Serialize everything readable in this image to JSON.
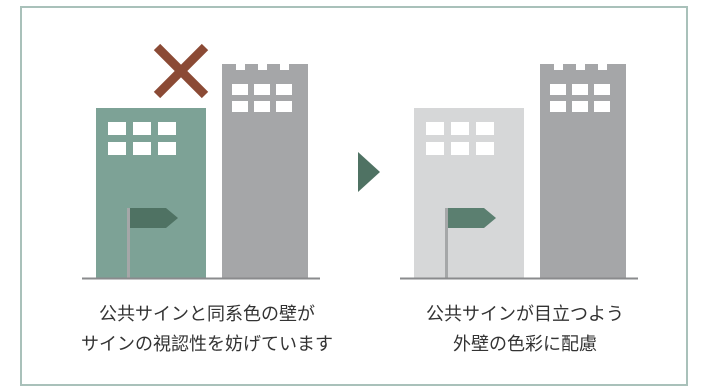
{
  "left_panel": {
    "caption_line1": "公共サインと同系色の壁が",
    "caption_line2": "サインの視認性を妨げています",
    "mark_icon": "x-mark-icon",
    "colors": {
      "public_building": "#7da296",
      "window": "#ffffff",
      "sign_post": "#a5a7a8",
      "sign_flag": "#4f7263",
      "mark": "#8b4a35"
    }
  },
  "right_panel": {
    "caption_line1": "公共サインが目立つよう",
    "caption_line2": "外壁の色彩に配慮",
    "colors": {
      "public_building": "#d6d7d8",
      "window": "#ffffff",
      "sign_post": "#a5a7a8",
      "sign_flag": "#5b7f70"
    }
  },
  "arrow_icon": "triangle-right-icon",
  "colors": {
    "frame_border": "#a9c1ba",
    "neighbor_building": "#a5a6a8",
    "ground_line": "#8a8b8d",
    "arrow": "#4f7263",
    "text": "#333333"
  }
}
